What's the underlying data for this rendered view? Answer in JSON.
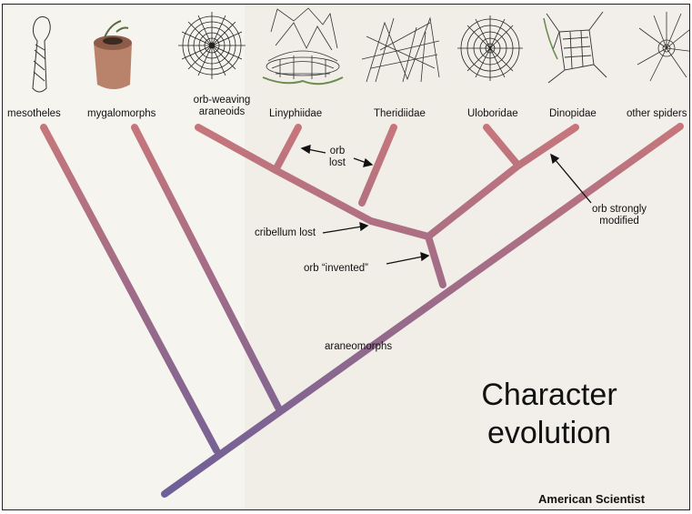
{
  "taxa": {
    "mesotheles": "mesotheles",
    "mygalomorphs": "mygalomorphs",
    "orb_weaving": "orb-weaving\naraneoids",
    "linyphiidae": "Linyphiidae",
    "theridiidae": "Theridiidae",
    "uloboridae": "Uloboridae",
    "dinopidae": "Dinopidae",
    "other_spiders": "other spiders"
  },
  "annotations": {
    "orb_lost": "orb\nlost",
    "cribellum_lost": "cribellum lost",
    "orb_invented": "orb “invented”",
    "orb_strongly_modified": "orb strongly\nmodified",
    "araneomorphs": "araneomorphs"
  },
  "title": "Character\nevolution",
  "credit": "American Scientist",
  "colors": {
    "branch_top": "#c9777a",
    "branch_bottom": "#6c5f98"
  },
  "icons": [
    "burrow-tube-icon",
    "trapdoor-stump-icon",
    "orb-web-icon",
    "sheet-web-icon",
    "tangle-web-icon",
    "uloborid-orb-web-icon",
    "net-casting-web-icon",
    "radial-web-icon"
  ]
}
